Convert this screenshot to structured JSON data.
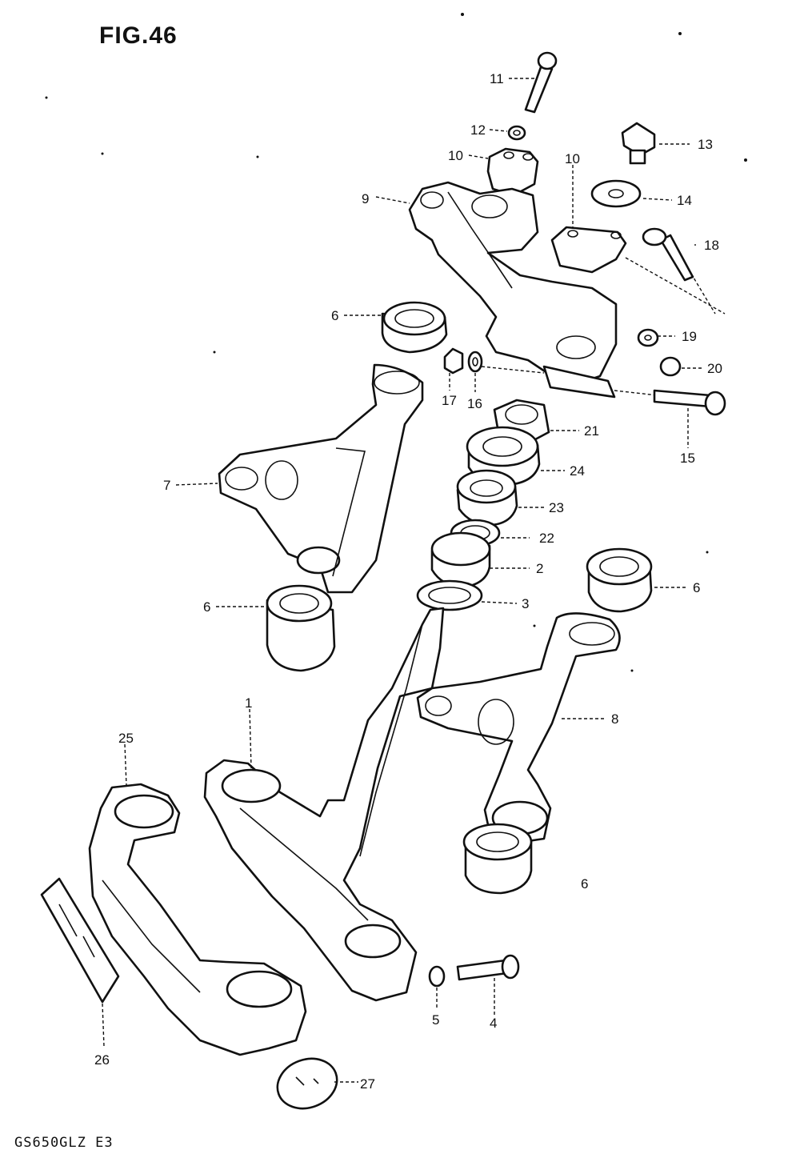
{
  "figure": {
    "title": "FIG.46",
    "model_code": "GS650GLZ E3"
  },
  "part_numbers": {
    "p1": "1",
    "p2": "2",
    "p3": "3",
    "p4": "4",
    "p5": "5",
    "p6a": "6",
    "p6b": "6",
    "p6c": "6",
    "p6d": "6",
    "p7": "7",
    "p8": "8",
    "p9": "9",
    "p10a": "10",
    "p10b": "10",
    "p11": "11",
    "p12": "12",
    "p13": "13",
    "p14": "14",
    "p15": "15",
    "p16": "16",
    "p17": "17",
    "p18": "18",
    "p19": "19",
    "p20": "20",
    "p21": "21",
    "p22": "22",
    "p23": "23",
    "p24": "24",
    "p25": "25",
    "p26": "26",
    "p27": "27"
  },
  "colors": {
    "ink": "#111111",
    "paper": "#ffffff"
  }
}
